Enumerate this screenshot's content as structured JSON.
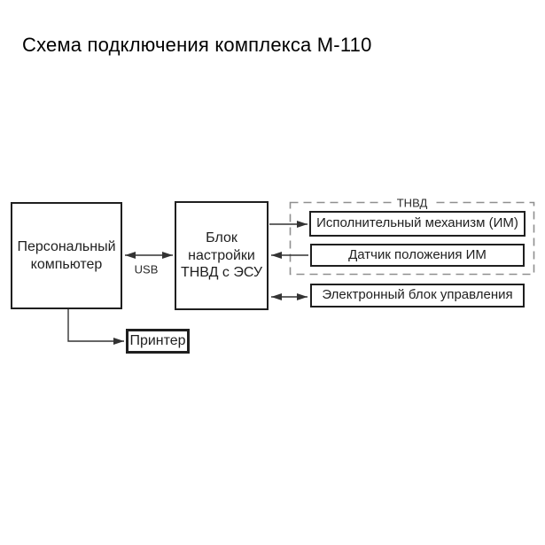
{
  "title": "Схема подключения комплекса М-110",
  "diagram": {
    "nodes": {
      "pc": {
        "label": "Персональный\nкомпьютер"
      },
      "setup_unit": {
        "label": "Блок\nнастройки\nТНВД с ЭСУ"
      },
      "printer": {
        "label": "Принтер"
      },
      "actuator": {
        "label": "Исполнительный механизм (ИМ)"
      },
      "position_sensor": {
        "label": "Датчик положения ИМ"
      },
      "ecu": {
        "label": "Электронный блок управления"
      }
    },
    "groups": {
      "tnvd": {
        "label": "ТНВД"
      }
    },
    "connections": {
      "usb": {
        "label": "USB"
      }
    },
    "colors": {
      "background": "#ffffff",
      "box_border": "#1f1f1f",
      "connector_line": "#333333",
      "dashed_group_border": "#8f8f8f",
      "text": "#1f1f1f"
    }
  }
}
